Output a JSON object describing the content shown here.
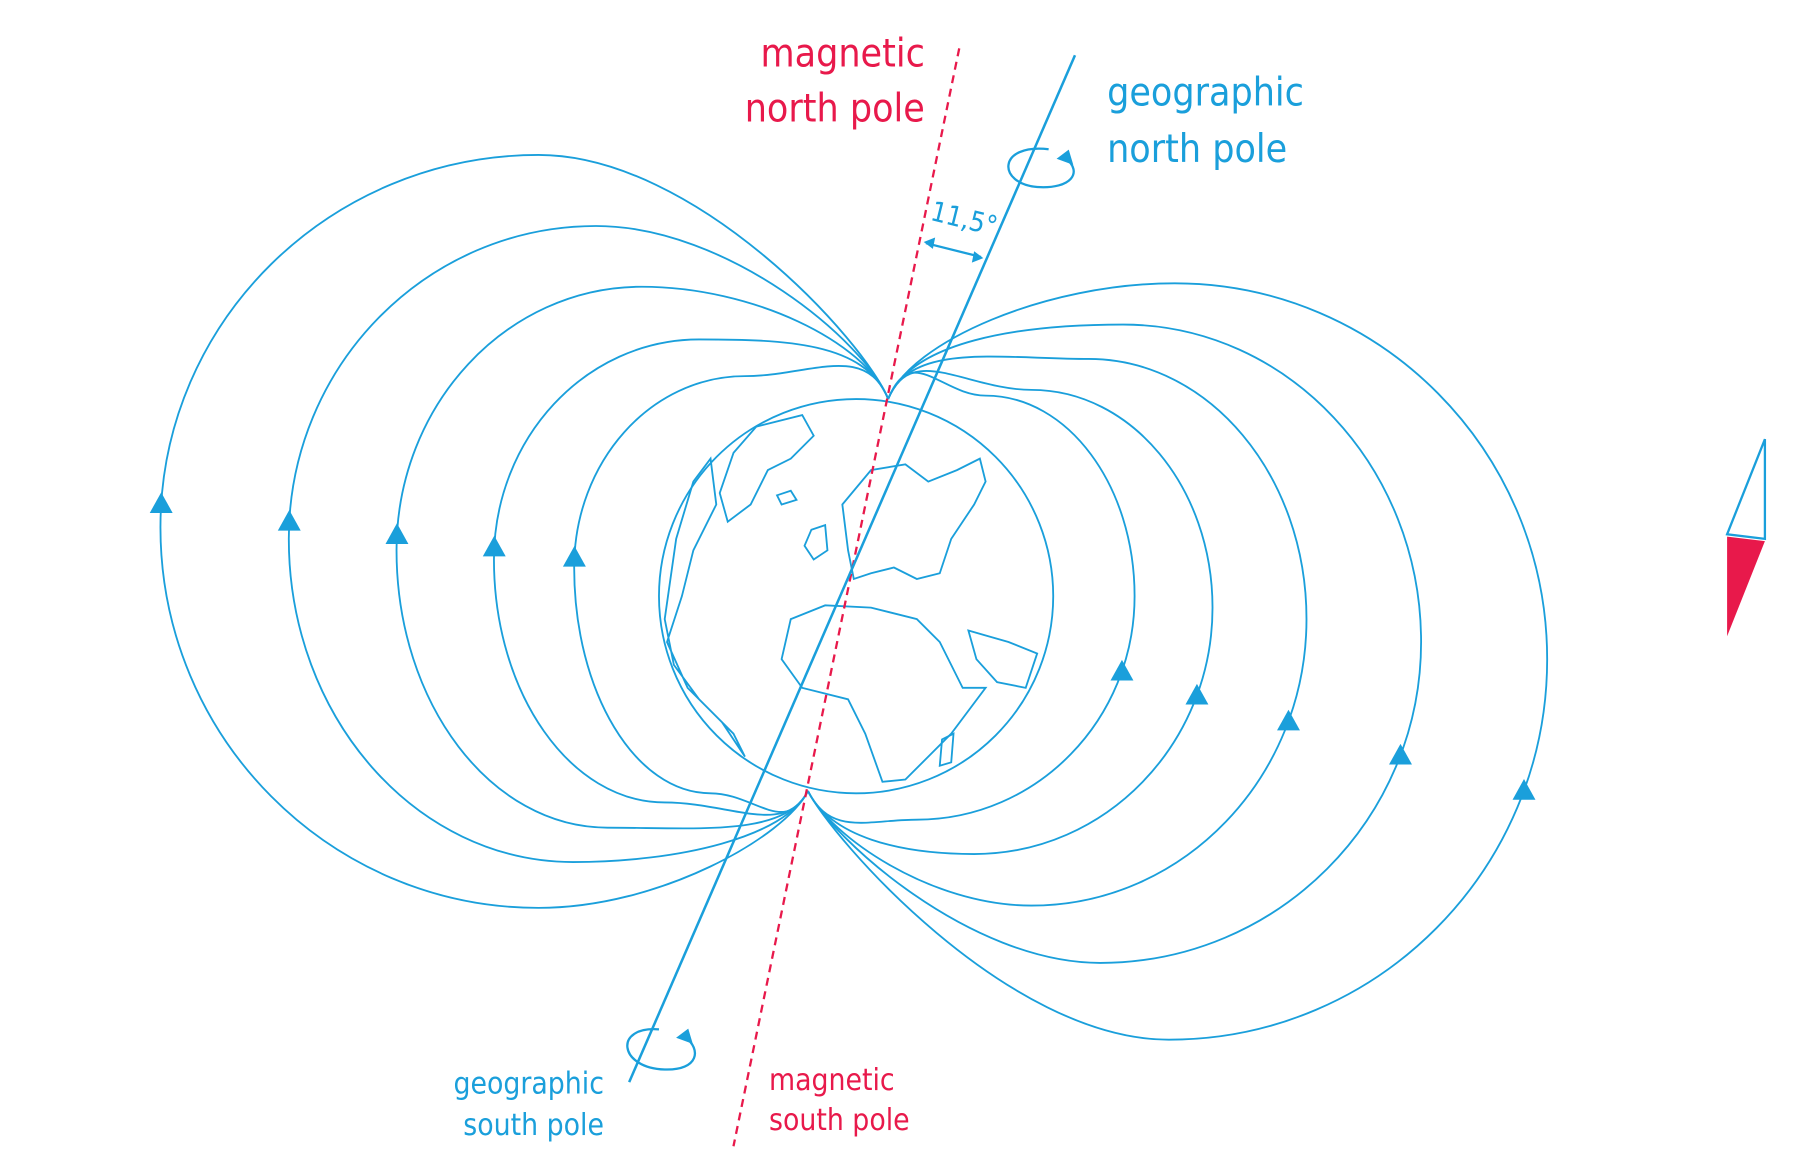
{
  "labels": {
    "magnetic_north": [
      "magnetic",
      "north pole"
    ],
    "geographic_north": [
      "geographic",
      "north pole"
    ],
    "magnetic_south": [
      "magnetic",
      "south pole"
    ],
    "geographic_south": [
      "geographic",
      "south pole"
    ],
    "angle": "11,5°"
  },
  "colors": {
    "field": "#1a9fdb",
    "magnetic_axis": "#e8194b",
    "compass_north": "#ffffff",
    "compass_south": "#e8194b"
  },
  "icons": [
    "rotation-arrow-icon",
    "compass-needle-icon",
    "field-direction-arrow-icon"
  ]
}
